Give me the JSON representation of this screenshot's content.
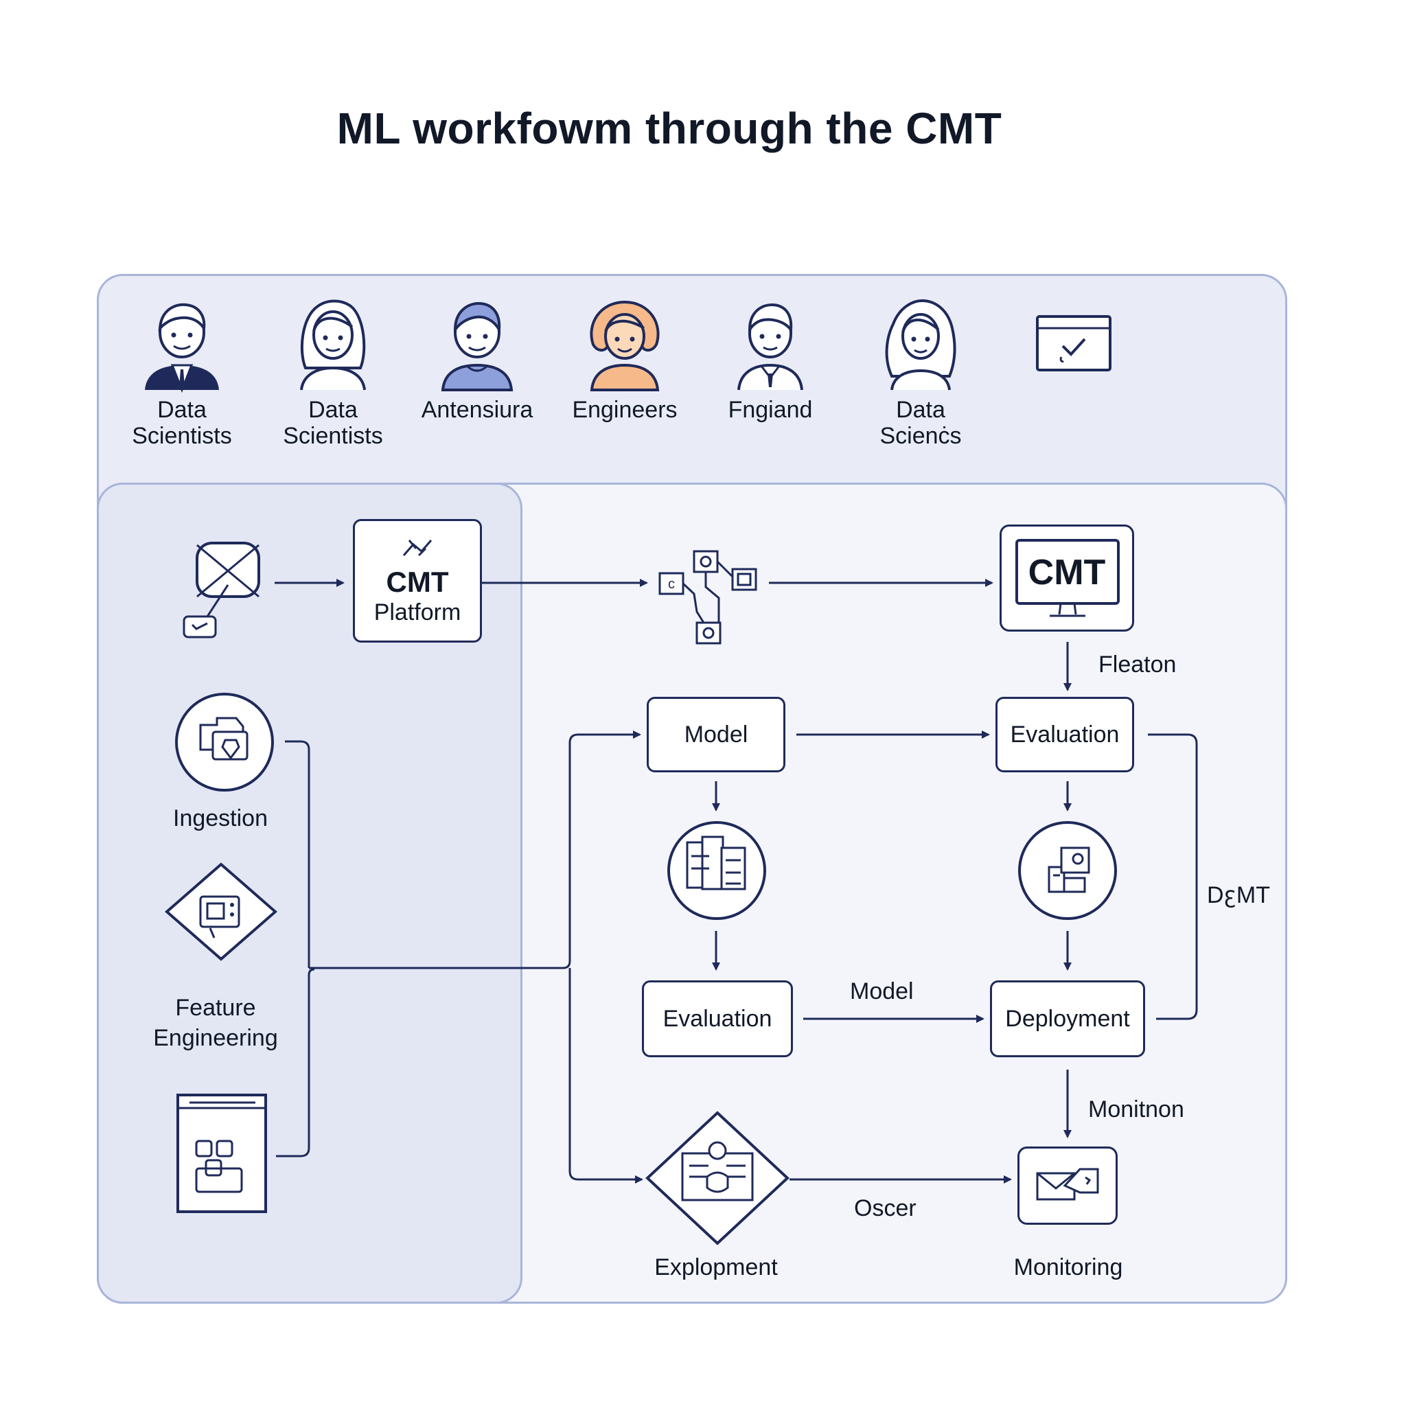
{
  "title": "ML workfowm through the CMT",
  "personas": [
    {
      "label": "Data\nScientists",
      "icon": "person-suit-icon"
    },
    {
      "label": "Data\nScientists",
      "icon": "person-long-hair-icon"
    },
    {
      "label": "Antensiura",
      "icon": "person-shaded-icon"
    },
    {
      "label": "Engineers",
      "icon": "person-orange-icon"
    },
    {
      "label": "Fngiand",
      "icon": "person-tie-icon"
    },
    {
      "label": "Data\nScienċs",
      "icon": "person-wavy-hair-icon"
    }
  ],
  "window_icon": "browser-check-icon",
  "nodes": {
    "cmt_platform": {
      "line1": "CMT",
      "line2": "Platform"
    },
    "cmt_monitor": "CMT",
    "model_top": "Model",
    "evaluation_top": "Evaluation",
    "evaluation_bottom": "Evaluation",
    "deployment": "Deployment"
  },
  "left_labels": {
    "ingestion": "Ingestion",
    "feature_engineering": "Feature\nEngineering"
  },
  "edge_labels": {
    "fleaton": "Fleaton",
    "damt": "DꜫMT",
    "model_mid": "Model",
    "monitnon": "Monitnon",
    "oscer": "Oscer"
  },
  "bottom_labels": {
    "explopment": "Explopment",
    "monitoring": "Monitoring"
  },
  "colors": {
    "stroke": "#1f2a5a",
    "panel_border": "#a9b5d9",
    "outer_panel": "#e9ecf6",
    "left_panel": "#e3e7f4",
    "right_panel": "#f4f5fa",
    "orange_accent": "#f6b98a",
    "blue_accent": "#8ea0dc"
  }
}
